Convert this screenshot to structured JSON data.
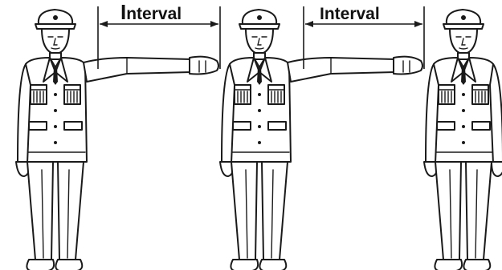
{
  "labels": {
    "interval_left_initial": "I",
    "interval_left_rest": "nterval",
    "interval_right": "Interval"
  },
  "colors": {
    "ink": "#1a1a1a",
    "background": "#ffffff"
  }
}
